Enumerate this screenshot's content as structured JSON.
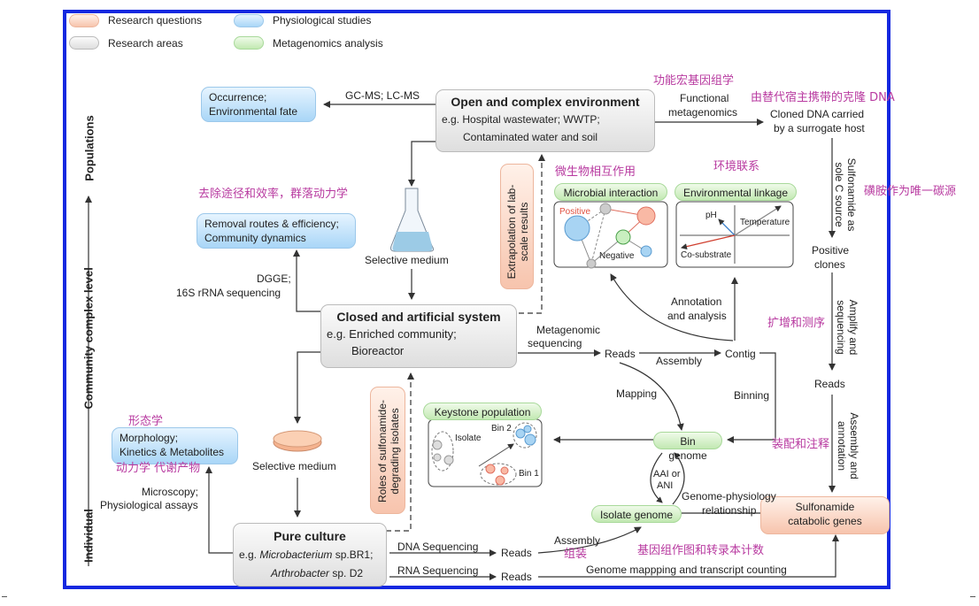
{
  "legend": {
    "research_questions": "Research questions",
    "physiological_studies": "Physiological studies",
    "research_areas": "Research areas",
    "metagenomics_analysis": "Metagenomics analysis"
  },
  "axis": {
    "title": "Community complex level",
    "top": "Populations",
    "bottom": "Individual"
  },
  "nodes": {
    "open_env": {
      "title": "Open and complex environment",
      "line1": "e.g. Hospital wastewater; WWTP;",
      "line2": "Contaminated water and soil"
    },
    "closed_sys": {
      "title": "Closed and artificial system",
      "line1": "e.g. Enriched community;",
      "line2": "Bioreactor"
    },
    "pure_culture": {
      "title": "Pure culture",
      "line1_prefix": "e.g. ",
      "line1_italic": "Microbacterium",
      "line1_suffix": " sp.BR1;",
      "line2_italic": "Arthrobacter",
      "line2_suffix": " sp. D2"
    },
    "occurrence": {
      "line1": "Occurrence;",
      "line2": "Environmental fate"
    },
    "removal": {
      "line1": "Removal routes & efficiency;",
      "line2": "Community dynamics"
    },
    "morphology": {
      "line1": "Morphology;",
      "line2": "Kinetics & Metabolites"
    },
    "microbial_interaction": "Microbial interaction",
    "environmental_linkage": "Environmental linkage",
    "keystone_population": "Keystone population",
    "bin_genome": "Bin genome",
    "isolate_genome": "Isolate genome",
    "sulfonamide_genes": {
      "line1": "Sulfonamide",
      "line2": "catabolic genes"
    },
    "extrapolation": {
      "line1": "Extrapolation of lab-",
      "line2": "scale results"
    },
    "roles": {
      "line1": "Roles of sulfonamide-",
      "line2": "degrading isolates"
    }
  },
  "labels": {
    "gcms": "GC-MS; LC-MS",
    "functional_meta": {
      "line1": "Functional",
      "line2": "metagenomics"
    },
    "cloned_dna": {
      "line1": "Cloned DNA carried",
      "line2": "by a surrogate host"
    },
    "sole_c": {
      "line1": "Sulfonamide as",
      "line2": "sole C source"
    },
    "positive_clones": {
      "line1": "Positive",
      "line2": "clones"
    },
    "amplify": {
      "line1": "Amplify and",
      "line2": "sequencing"
    },
    "reads_right": "Reads",
    "assembly_annot": {
      "line1": "Assembly and",
      "line2": "annotation"
    },
    "selective_medium_top": "Selective medium",
    "selective_medium_bottom": "Selective medium",
    "dgge": {
      "line1": "DGGE;",
      "line2": "16S rRNA sequencing"
    },
    "metagenomic_seq": {
      "line1": "Metagenomic",
      "line2": "sequencing"
    },
    "reads_mid": "Reads",
    "assembly_mid": "Assembly",
    "contig": "Contig",
    "annotation": {
      "line1": "Annotation",
      "line2": "and analysis"
    },
    "mapping": "Mapping",
    "binning": "Binning",
    "aai": {
      "line1": "AAI or",
      "line2": "ANI"
    },
    "genome_phys": {
      "line1": "Genome-physiology",
      "line2": "relationship"
    },
    "microscopy": {
      "line1": "Microscopy;",
      "line2": "Physiological assays"
    },
    "dna_seq": "DNA Sequencing",
    "rna_seq": "RNA Sequencing",
    "reads_dna": "Reads",
    "reads_rna": "Reads",
    "assembly_bottom": "Assembly",
    "genome_mapping": "Genome mappping and transcript counting",
    "positive": "Positive",
    "negative": "Negative",
    "ph": "pH",
    "temperature": "Temperature",
    "cosubstrate": "Co-substrate",
    "isolate": "Isolate",
    "bin2": "Bin 2",
    "bin1": "Bin 1"
  },
  "annotations_zh": {
    "functional_meta": "功能宏基因组学",
    "cloned_dna": "由替代宿主携带的克隆 DNA",
    "microbial_interaction": "微生物相互作用",
    "environmental_linkage": "环境联系",
    "sole_c": "磺胺作为唯一碳源",
    "removal": "去除途径和效率，群落动力学",
    "amplify": "扩增和测序",
    "morphology": "形态学",
    "kinetics": "动力学  代谢产物",
    "assembly_annot": "装配和注释",
    "genome_mapping": "基因组作图和转录本计数",
    "assembly_bottom": "组装"
  },
  "colors": {
    "frame": "#1428e0",
    "research_questions": "#f7c4ad",
    "physiological_studies": "#a9d6f7",
    "research_areas": "#dedede",
    "metagenomics_analysis": "#c2e9b2",
    "annotation_text": "#b83aa0"
  }
}
